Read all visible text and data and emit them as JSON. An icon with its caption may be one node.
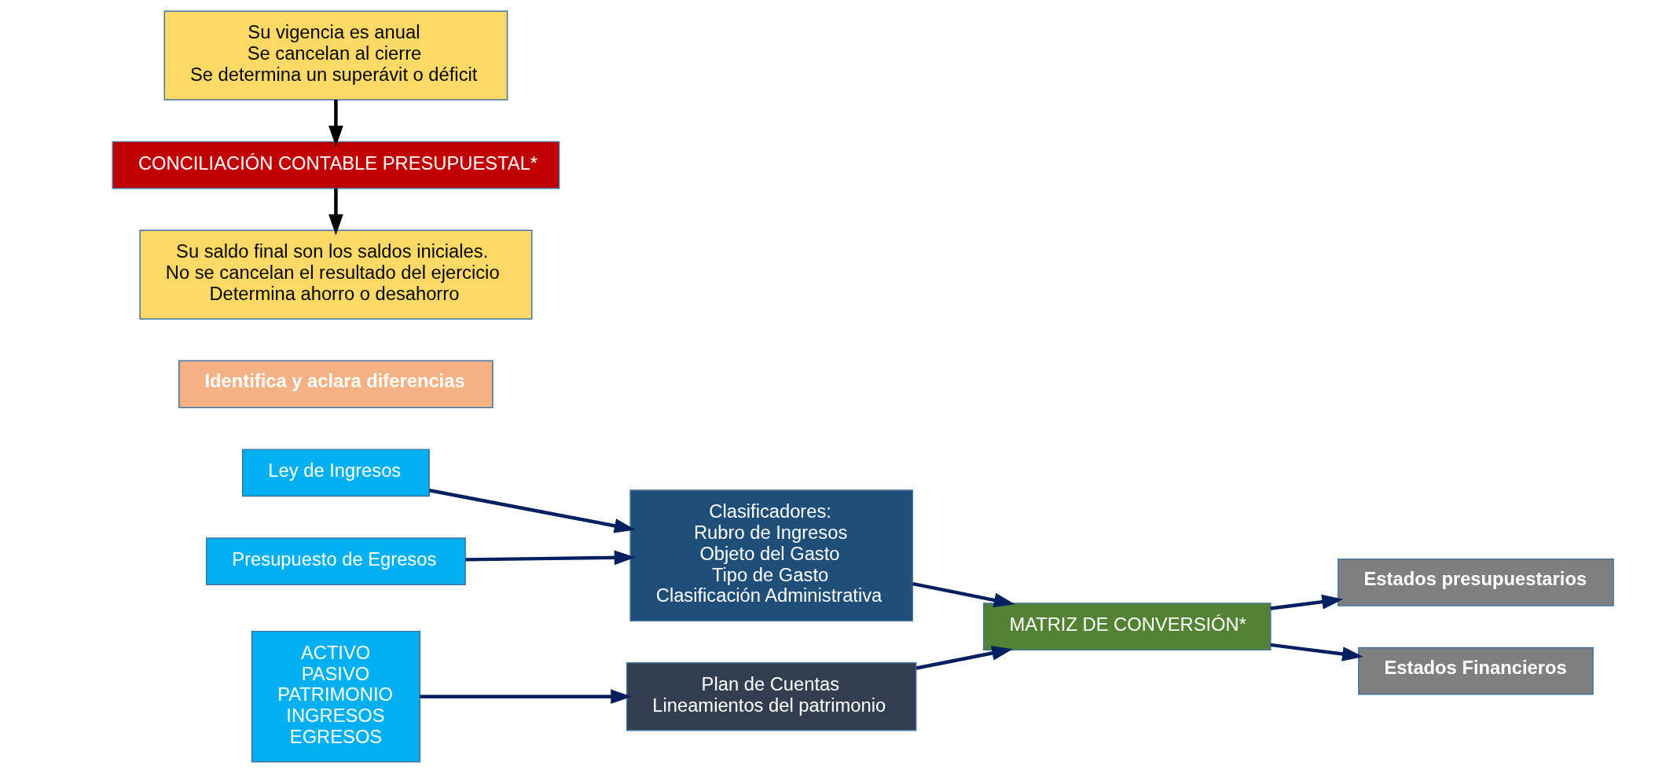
{
  "diagram": {
    "nodes": [
      {
        "text": [
          "Ley de Ingresos"
        ]
      },
      {
        "text": [
          "Presupuesto de Egresos"
        ]
      },
      {
        "text": [
          "Clasificadores:",
          "Rubro de Ingresos",
          "Objeto del Gasto",
          "Tipo de Gasto",
          "Clasificación Administrativa"
        ]
      },
      {
        "text": [
          "ACTIVO",
          "PASIVO",
          "PATRIMONIO",
          "INGRESOS",
          "EGRESOS"
        ]
      },
      {
        "text": [
          "Plan de Cuentas",
          "Lineamientos del patrimonio"
        ]
      },
      {
        "text": [
          "MATRIZ DE CONVERSIÓN*"
        ]
      },
      {
        "text": [
          "Estados presupuestarios"
        ]
      },
      {
        "text": [
          "Estados Financieros"
        ]
      },
      {
        "text": [
          "Su vigencia es anual",
          "Se cancelan al cierre",
          "Se determina un superávit o déficit"
        ]
      },
      {
        "text": [
          "CONCILIACIÓN CONTABLE PRESUPUESTAL*"
        ]
      },
      {
        "text": [
          "Identifica y aclara diferencias"
        ]
      },
      {
        "text": [
          "Su saldo final son los saldos iniciales.",
          "No se cancelan el resultado del ejercicio",
          "Determina ahorro o desahorro"
        ]
      }
    ],
    "edges": [
      {
        "from": 0,
        "to": 2,
        "arrow": "to"
      },
      {
        "from": 1,
        "to": 2,
        "arrow": "to"
      },
      {
        "from": 3,
        "to": 4,
        "arrow": "to"
      },
      {
        "from": 2,
        "to": 5,
        "arrow": "to"
      },
      {
        "from": 4,
        "to": 5,
        "arrow": "to"
      },
      {
        "from": 5,
        "to": 6,
        "arrow": "to"
      },
      {
        "from": 5,
        "to": 7,
        "arrow": "to"
      },
      {
        "from": 8,
        "to": 9,
        "arrow": "to",
        "color": "#000000"
      },
      {
        "from": 9,
        "to": 11,
        "arrow": "to",
        "color": "#000000"
      }
    ]
  }
}
